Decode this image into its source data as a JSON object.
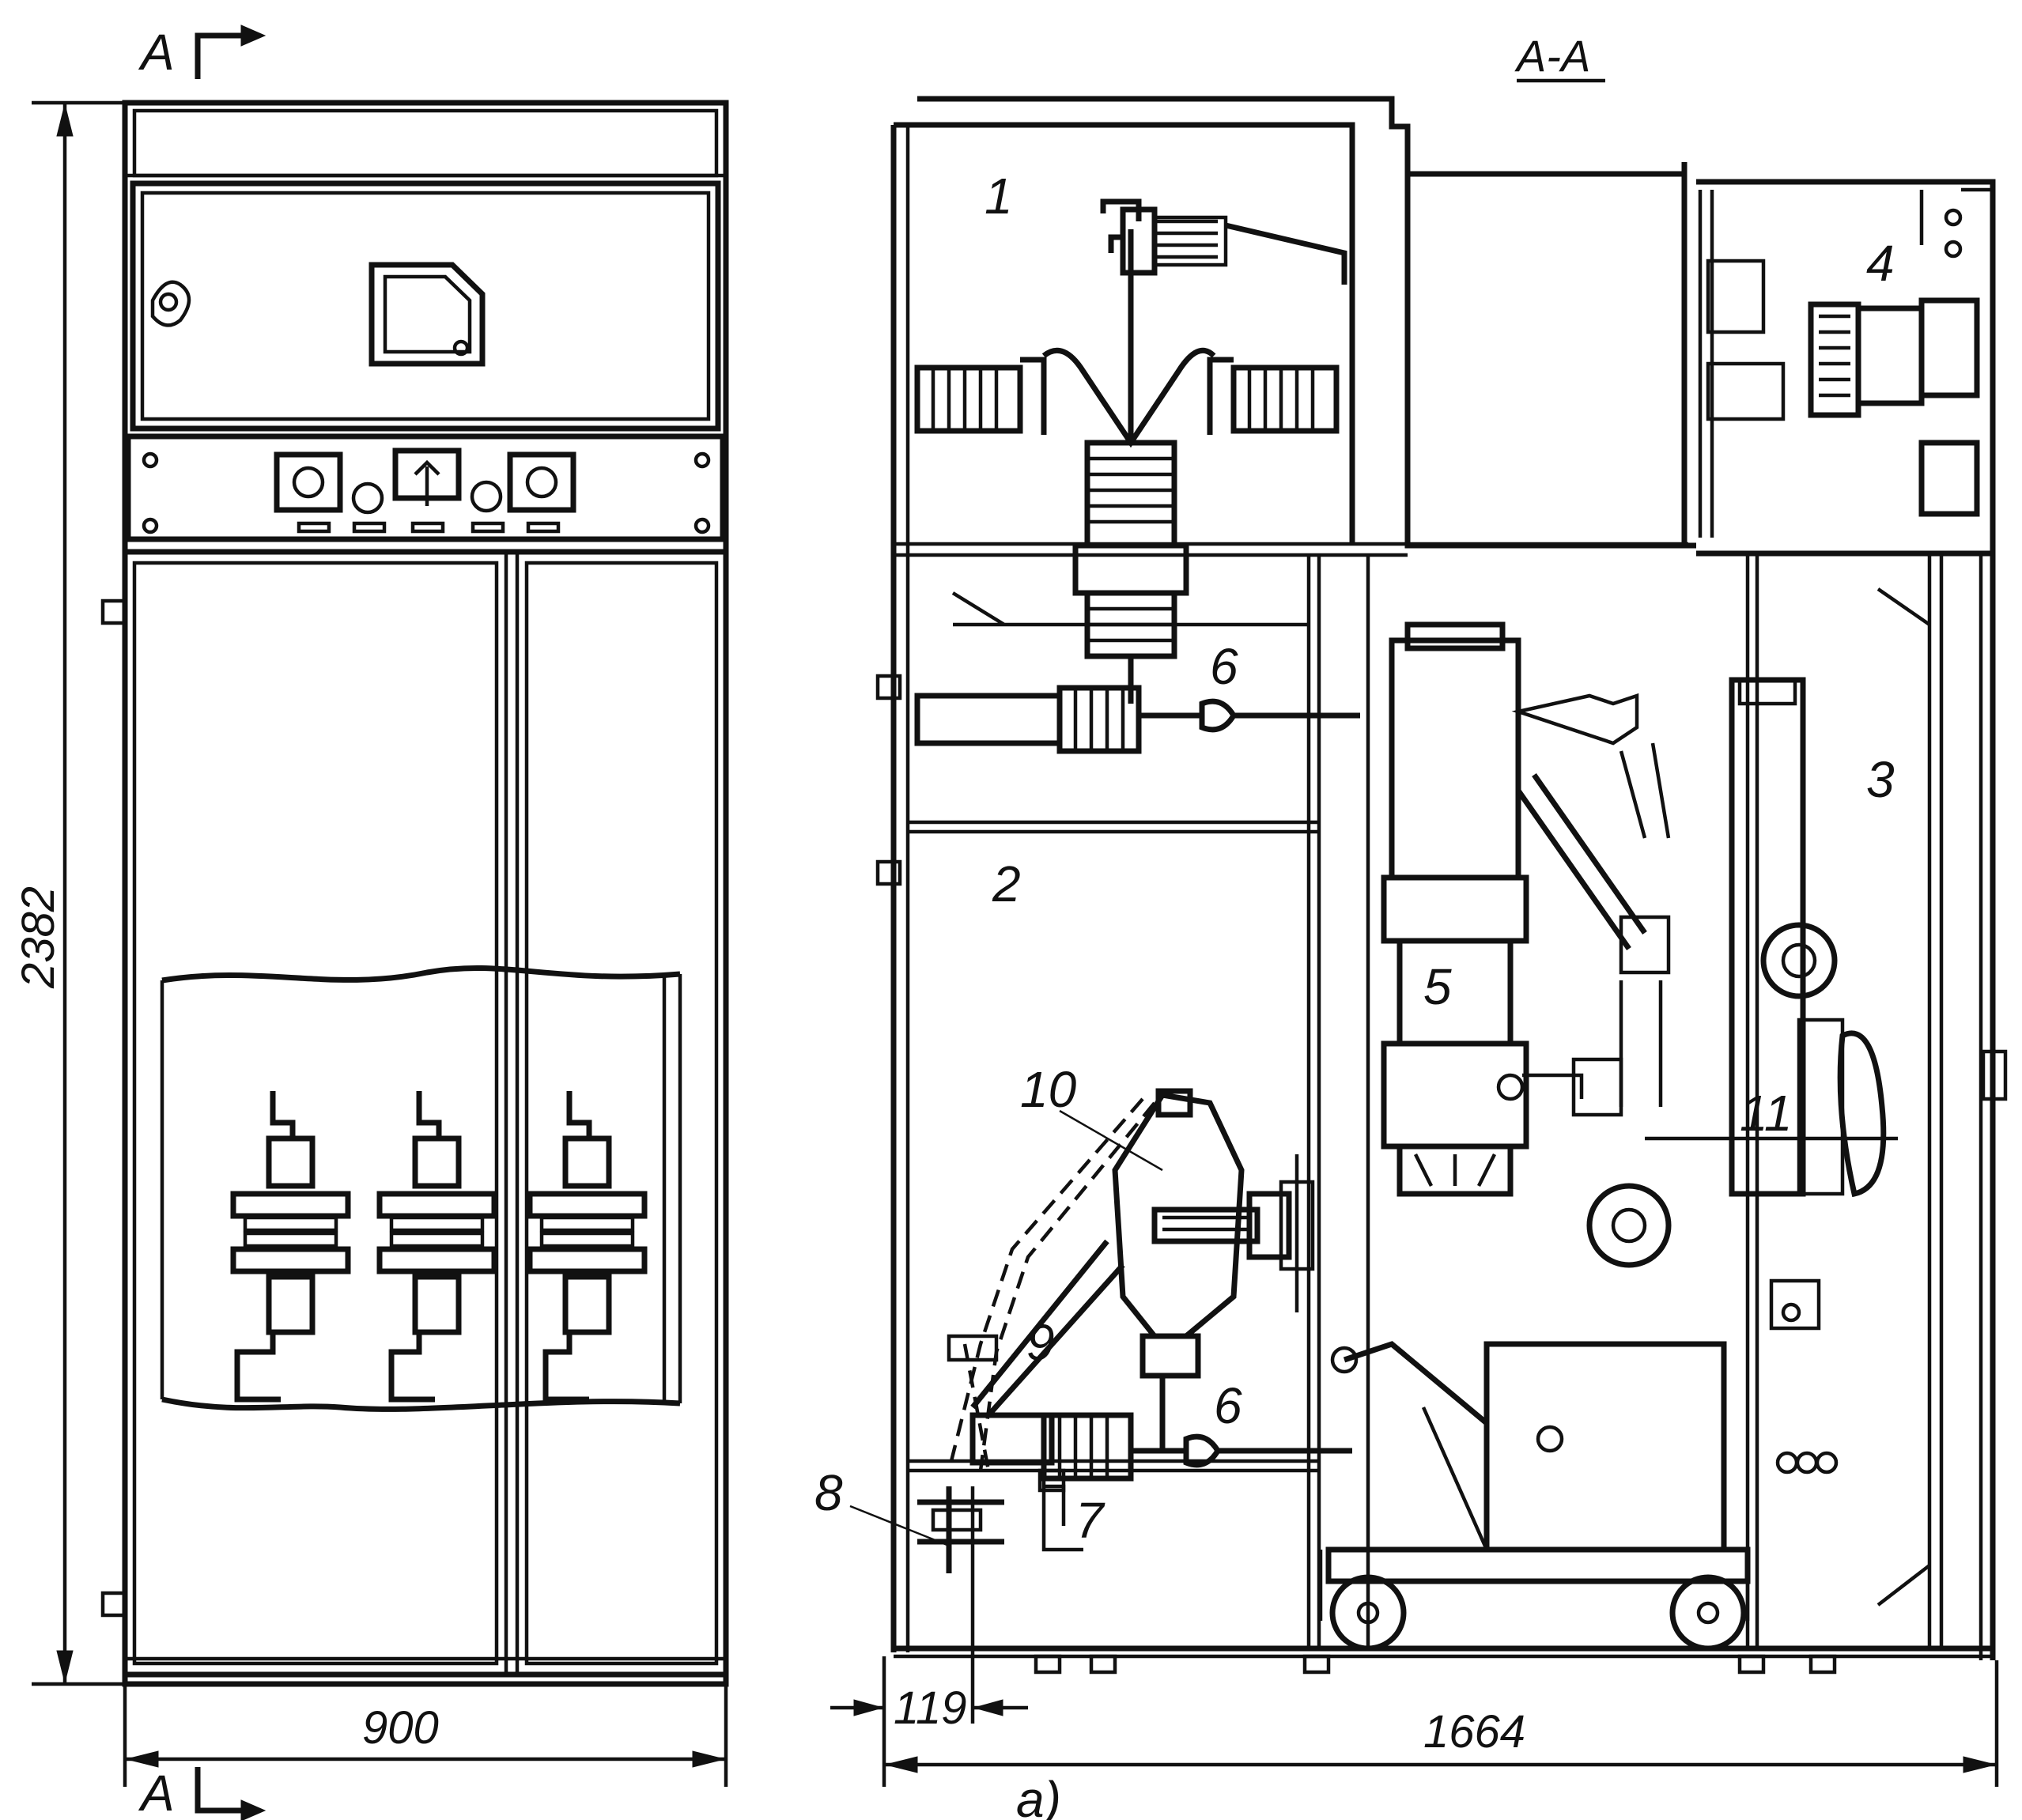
{
  "section_marks": {
    "top": "A",
    "bottom": "A",
    "view": "A-A"
  },
  "dimensions": {
    "height": "2382",
    "width_front": "900",
    "depth": "1664",
    "offset": "119"
  },
  "part_labels": [
    {
      "id": "compartment-busbar",
      "text": "1"
    },
    {
      "id": "compartment-switch",
      "text": "2"
    },
    {
      "id": "compartment-cable",
      "text": "3"
    },
    {
      "id": "relay-cabinet",
      "text": "4"
    },
    {
      "id": "breaker",
      "text": "5"
    },
    {
      "id": "contact-upper",
      "text": "6"
    },
    {
      "id": "contact-lower",
      "text": "6"
    },
    {
      "id": "part-7",
      "text": "7"
    },
    {
      "id": "part-8",
      "text": "8"
    },
    {
      "id": "part-9",
      "text": "9"
    },
    {
      "id": "part-10",
      "text": "10"
    },
    {
      "id": "part-11",
      "text": "11"
    }
  ],
  "caption": "a)"
}
